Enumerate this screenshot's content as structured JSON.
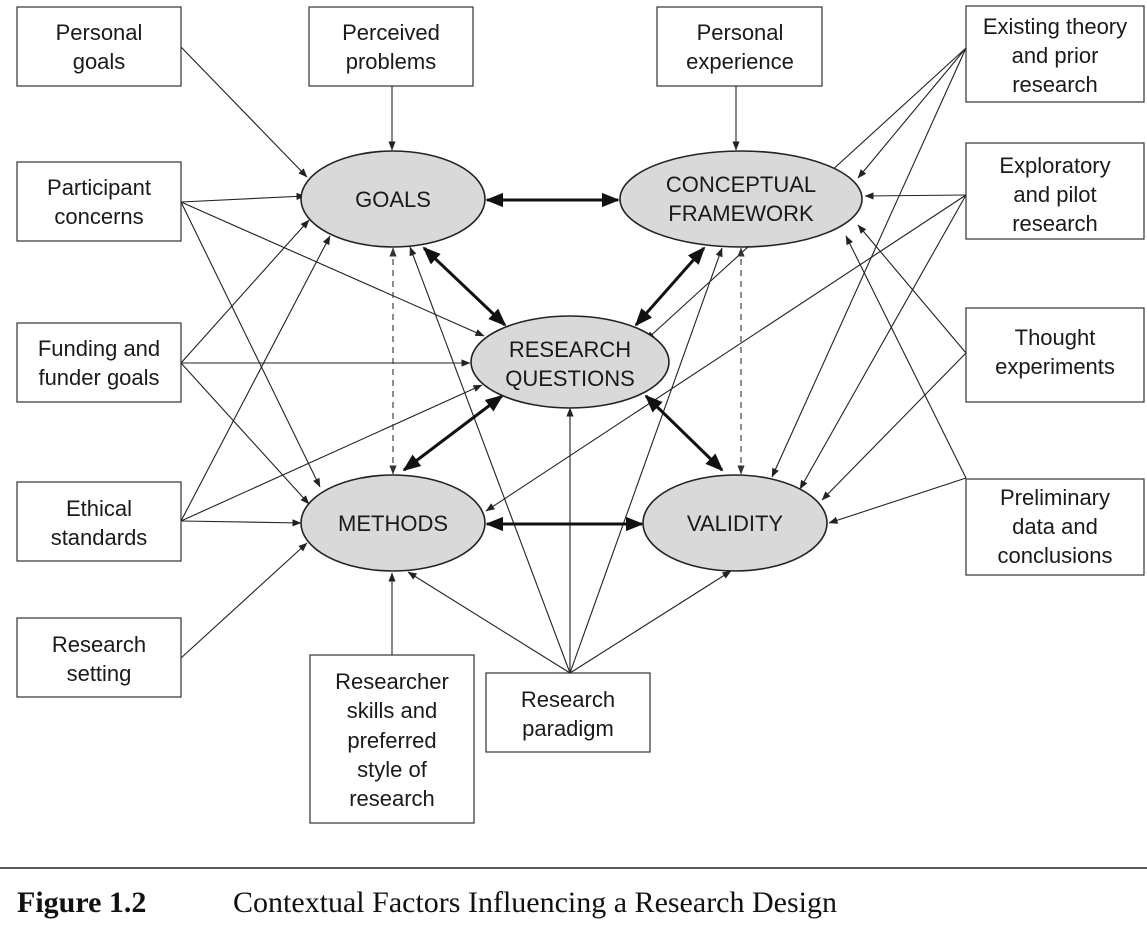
{
  "factors": {
    "personal_goals": [
      "Personal",
      "goals"
    ],
    "perceived_problems": [
      "Perceived",
      "problems"
    ],
    "personal_experience": [
      "Personal",
      "experience"
    ],
    "existing_theory": [
      "Existing theory",
      "and prior",
      "research"
    ],
    "participant_concerns": [
      "Participant",
      "concerns"
    ],
    "exploratory_research": [
      "Exploratory",
      "and pilot",
      "research"
    ],
    "funding": [
      "Funding and",
      "funder goals"
    ],
    "thought_experiments": [
      "Thought",
      "experiments"
    ],
    "ethical_standards": [
      "Ethical",
      "standards"
    ],
    "preliminary_data": [
      "Preliminary",
      "data and",
      "conclusions"
    ],
    "research_setting": [
      "Research",
      "setting"
    ],
    "researcher_skills": [
      "Researcher",
      "skills and",
      "preferred",
      "style of",
      "research"
    ],
    "research_paradigm": [
      "Research",
      "paradigm"
    ]
  },
  "components": {
    "goals": [
      "GOALS"
    ],
    "conceptual_framework": [
      "CONCEPTUAL",
      "FRAMEWORK"
    ],
    "research_questions": [
      "RESEARCH",
      "QUESTIONS"
    ],
    "methods": [
      "METHODS"
    ],
    "validity": [
      "VALIDITY"
    ]
  },
  "connections": {
    "thin": [
      [
        "personal_goals",
        "goals"
      ],
      [
        "perceived_problems",
        "goals"
      ],
      [
        "personal_experience",
        "conceptual_framework"
      ],
      [
        "participant_concerns",
        "goals"
      ],
      [
        "participant_concerns",
        "research_questions"
      ],
      [
        "participant_concerns",
        "methods"
      ],
      [
        "funding",
        "goals"
      ],
      [
        "funding",
        "research_questions"
      ],
      [
        "funding",
        "methods"
      ],
      [
        "ethical_standards",
        "goals"
      ],
      [
        "ethical_standards",
        "research_questions"
      ],
      [
        "ethical_standards",
        "methods"
      ],
      [
        "research_setting",
        "methods"
      ],
      [
        "researcher_skills",
        "methods"
      ],
      [
        "research_paradigm",
        "methods"
      ],
      [
        "research_paradigm",
        "goals"
      ],
      [
        "research_paradigm",
        "research_questions"
      ],
      [
        "research_paradigm",
        "conceptual_framework"
      ],
      [
        "research_paradigm",
        "validity"
      ],
      [
        "existing_theory",
        "conceptual_framework"
      ],
      [
        "existing_theory",
        "validity"
      ],
      [
        "existing_theory",
        "research_questions"
      ],
      [
        "exploratory_research",
        "conceptual_framework"
      ],
      [
        "exploratory_research",
        "methods"
      ],
      [
        "exploratory_research",
        "validity"
      ],
      [
        "thought_experiments",
        "conceptual_framework"
      ],
      [
        "thought_experiments",
        "validity"
      ],
      [
        "preliminary_data",
        "validity"
      ],
      [
        "preliminary_data",
        "conceptual_framework"
      ]
    ],
    "thick_bidirectional": [
      [
        "goals",
        "conceptual_framework"
      ],
      [
        "goals",
        "research_questions"
      ],
      [
        "conceptual_framework",
        "research_questions"
      ],
      [
        "research_questions",
        "methods"
      ],
      [
        "research_questions",
        "validity"
      ],
      [
        "methods",
        "validity"
      ]
    ],
    "dashed_bidirectional": [
      [
        "goals",
        "methods"
      ],
      [
        "conceptual_framework",
        "validity"
      ]
    ]
  },
  "caption": {
    "label": "Figure 1.2",
    "title": "Contextual Factors Influencing a Research Design"
  },
  "colors": {
    "ellipse_fill": "#d9d9d9",
    "stroke": "#222222",
    "background": "#ffffff"
  }
}
